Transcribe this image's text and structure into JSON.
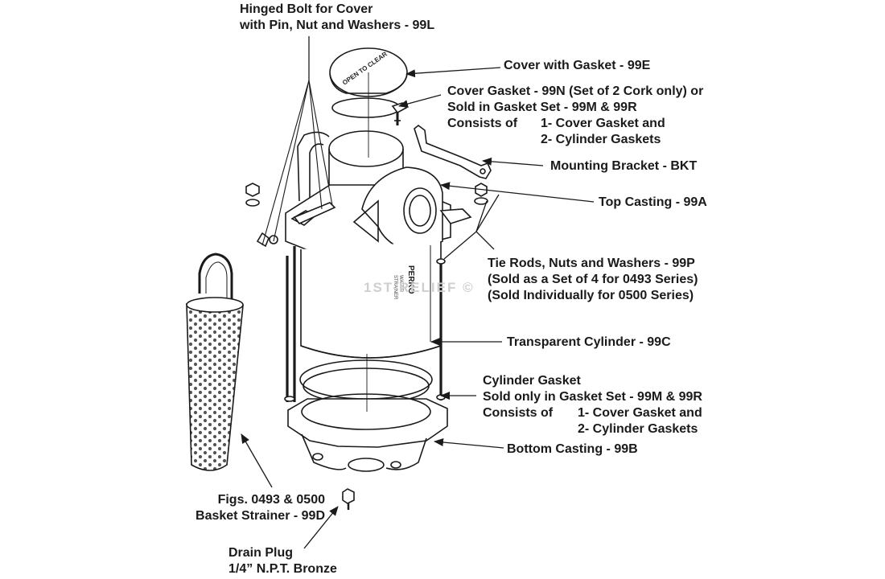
{
  "labels": {
    "hinged_bolt": [
      "Hinged Bolt for Cover",
      "with Pin, Nut and Washers - 99L"
    ],
    "cover": "Cover with Gasket - 99E",
    "cover_gasket": {
      "line1": "Cover Gasket - 99N (Set of 2 Cork only) or",
      "line2": "Sold in Gasket Set - 99M & 99R",
      "consists": "Consists of",
      "item1": "1- Cover Gasket and",
      "item2": "2- Cylinder Gaskets"
    },
    "mounting_bracket": "Mounting Bracket - BKT",
    "top_casting": "Top Casting - 99A",
    "tie_rods": [
      "Tie Rods, Nuts and Washers - 99P",
      "(Sold as a Set of 4 for 0493 Series)",
      "(Sold Individually for 0500 Series)"
    ],
    "transparent_cylinder": "Transparent Cylinder - 99C",
    "cylinder_gasket": {
      "line1": "Cylinder Gasket",
      "line2": "Sold only in Gasket Set - 99M & 99R",
      "consists": "Consists of",
      "item1": "1- Cover Gasket and",
      "item2": "2- Cylinder Gaskets"
    },
    "bottom_casting": "Bottom Casting - 99B",
    "basket_strainer": [
      "Figs. 0493 & 0500",
      "Basket Strainer - 99D"
    ],
    "drain_plug": [
      "Drain Plug",
      "1/4” N.P.T. Bronze"
    ]
  },
  "product_marks": {
    "cover_text": "OPEN TO CLEAR",
    "brand": "PERKO",
    "brand_sub1": "WATER",
    "brand_sub2": "STRAINER"
  },
  "watermark": "1ST-RELIEF ©"
}
